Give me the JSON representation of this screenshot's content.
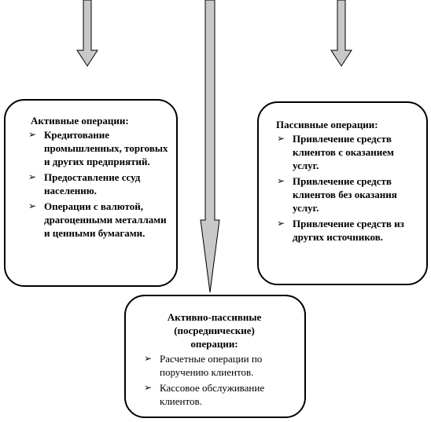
{
  "colors": {
    "arrow_fill": "#c8c8c8",
    "stroke": "#000000",
    "background": "#ffffff"
  },
  "bullet_glyph": "➢",
  "active": {
    "title": "Активные операции:",
    "items": [
      "Кредитование промышленных, торговых и других предприятий.",
      "Предоставление ссуд населению.",
      "Операции с валютой, драгоценными металлами и ценными бумагами."
    ]
  },
  "passive": {
    "title": "Пассивные операции:",
    "items": [
      "Привлечение средств клиентов с оказанием услуг.",
      "Привлечение средств клиентов без оказания услуг.",
      "Привлечение средств из других источников."
    ]
  },
  "mixed": {
    "title_lines": [
      "Активно-пассивные",
      "(посреднические)",
      "операции:"
    ],
    "items": [
      "Расчетные операции по поручению клиентов.",
      "Кассовое обслуживание клиентов."
    ]
  }
}
